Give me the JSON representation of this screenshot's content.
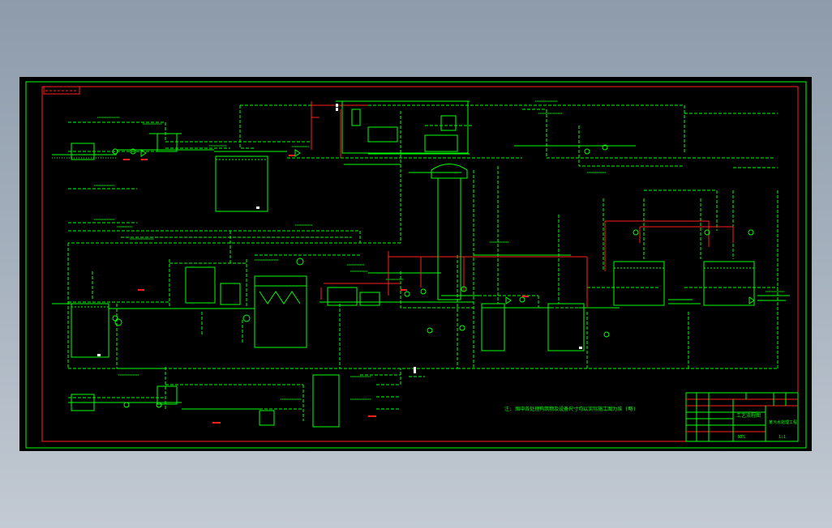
{
  "colors": {
    "background": "#000000",
    "viewport": "#95a2b1",
    "primary_line": "#00ff00",
    "red_line": "#ff2020",
    "white_mark": "#ffffff"
  },
  "drawing": {
    "type": "process-flow-diagram",
    "note": "注: 图中各处理构筑物及设备尺寸均以实际施工图为准 (略)",
    "title_block": {
      "drawing_name": "工艺流程图",
      "project": "某污水处理工程",
      "scale": "NTS",
      "sheet": "1:1"
    }
  }
}
